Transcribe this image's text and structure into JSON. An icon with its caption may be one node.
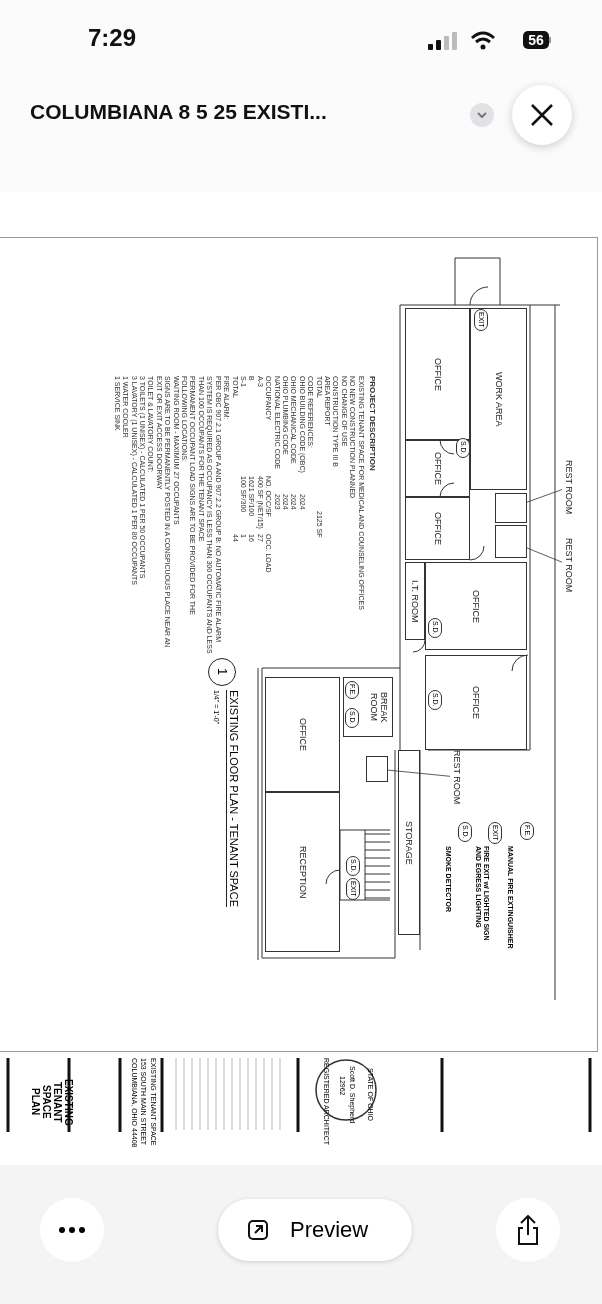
{
  "diagram": {
    "title": "EXISTING FLOOR PLAN - TENANT SPACE",
    "nodes": [
      {
        "text": [
          "OFFICE"
        ]
      },
      {
        "text": [
          "WORK AREA"
        ]
      },
      {
        "text": [
          "OFFICE"
        ]
      },
      {
        "text": [
          "OFFICE"
        ]
      },
      {
        "text": [
          "I.T. ROOM"
        ]
      },
      {
        "text": [
          "OFFICE"
        ]
      },
      {
        "text": [
          "OFFICE"
        ]
      },
      {
        "text": [
          "BREAK ROOM"
        ]
      },
      {
        "text": [
          "OFFICE"
        ]
      },
      {
        "text": [
          "RECEPTION"
        ]
      },
      {
        "text": [
          "STORAGE"
        ]
      },
      {
        "text": [
          "REST ROOM"
        ]
      },
      {
        "text": [
          "REST ROOM"
        ]
      },
      {
        "text": [
          "REST ROOM"
        ]
      },
      {
        "text": [],
        "shape": "box"
      },
      {
        "text": [],
        "shape": "box"
      },
      {
        "text": [],
        "shape": "box"
      }
    ],
    "edges": [
      {
        "from": 11,
        "to": 14,
        "arrow": "none"
      },
      {
        "from": 12,
        "to": 15,
        "arrow": "none"
      },
      {
        "from": 13,
        "to": 16,
        "arrow": "none"
      }
    ],
    "labels": [
      "7:29",
      "56",
      "COLUMBIANA 8 5 25 EXISTI...",
      "EXIT",
      "S.D.",
      "S.D.",
      "S.D.",
      "F.E.",
      "S.D.",
      "S.D.",
      "EXIT",
      "1",
      "1/4\" = 1'-0\"",
      "PROJECT DESCRIPTION",
      "EXISTING TENANT SPACE FOR MEDICAL AND COUNSELING OFFICES",
      "NO NEW CONSTRUCTION PLANNED",
      "NO CHANGE OF USE",
      "CONSTRUCTION TYPE III B",
      "AREA REPORT",
      "TOTAL",
      "2125 SF",
      "CODE REFERENCES:",
      "OHIO BUILDING CODE (OBC)",
      "2024",
      "OHIO MECHANICAL CODE",
      "2024",
      "OHIO PLUMBING CODE",
      "2024",
      "NATIONAL ELECTRIC CODE",
      "2023",
      "OCCUPANCY",
      "NO. OCC/SF",
      "OCC. LOAD",
      "A-3",
      "400 SF (NET/15)",
      "27",
      "B",
      "1621 SF/100",
      "16",
      "S-1",
      "100 SF/300",
      "1",
      "TOTAL",
      "44",
      "FIRE ALARM:",
      "PER OBC 907.2.1 GROUP A AND 907.2.2 GROUP B: NO AUTOMATIC FIRE ALARM SYSTEM IS REQUIRED AS OCCUPANCY IS LESS THAN 300 OCCUPANTS AND LESS THAN 100 OCCUPANTS FOR THE TENANT SPACE",
      "PERMANENT OCCUPANT LOAD SIGNS ARE TO BE PROVIDED FOR THE FOLLOWING LOCATIONS:",
      "WAITING ROOM - MAXIMUM 27 OCCUPANTS",
      "SIGNS ARE TO BE PERMANENTLY POSTED IN A CONSPICUOUS PLACE NEAR AN EXIT OR EXIT ACCESS DOORWAY",
      "TOILET & LAVATORY COUNT:",
      "3 TOILETS (1 UNISEX) - CALCULATED 1 PER 50 OCCUPANTS",
      "3 LAVATORY (1 UNISEX) - CALCULATED 1 PER 80 OCCUPANTS",
      "1 WATER COOLER",
      "1 SERVICE SINK",
      "F.E.",
      "EXIT",
      "S.D.",
      "STATE OF OHIO",
      "Scott D. Shepherd",
      "12962",
      "REGISTERED ARCHITECT",
      "EXISTING TENANT SPACE",
      "153 SOUTH MAIN STREET",
      "COLUMBIANA, OHIO 44408",
      "EXISTING TENANT SPACE PLAN",
      "Preview"
    ],
    "legend": [
      {
        "text": "MANUAL FIRE EXTINGUISHER"
      },
      {
        "text": "FIRE EXIT w/ LIGHTED SIGN AND EGRESS LIGHTING"
      },
      {
        "text": "SMOKE DETECTOR"
      }
    ]
  }
}
